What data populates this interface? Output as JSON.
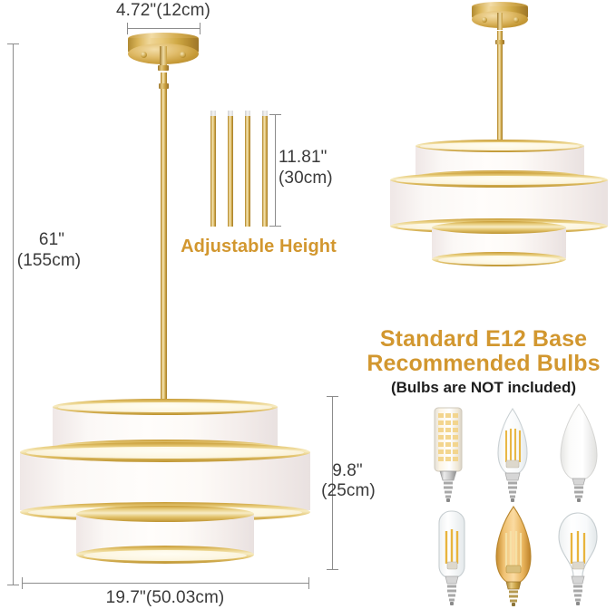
{
  "page": {
    "kind": "product-dimension-diagram",
    "background": "#ffffff"
  },
  "colors": {
    "gold_text": "#d2972f",
    "dimension_line": "#8c8c8c",
    "dimension_text": "#3a3a3a",
    "shade_fabric": "#fbf8f6",
    "brass": "#d7b055",
    "black_text": "#1e1e1e"
  },
  "dimensions": {
    "canopy_width": {
      "label": "4.72\"(12cm)",
      "inches": "4.72\"",
      "cm": "(12cm)"
    },
    "total_height": {
      "label_in": "61\"",
      "label_cm": "(155cm)"
    },
    "rod_length": {
      "label_in": "11.81\"",
      "label_cm": "(30cm)"
    },
    "shade_height": {
      "label_in": "9.8\"",
      "label_cm": "(25cm)"
    },
    "shade_width": {
      "label": "19.7\"(50.03cm)"
    }
  },
  "callouts": {
    "adjustable_height": "Adjustable Height",
    "bulb_heading_line1": "Standard E12 Base",
    "bulb_heading_line2": "Recommended Bulbs",
    "bulb_note": "(Bulbs are NOT included)"
  },
  "fixture": {
    "name": "3-tier drum pendant chandelier",
    "tier_count": 3,
    "canopy": "round gold ceiling canopy with two screws",
    "stem": "gold down-rod"
  },
  "extension_rods": {
    "count": 4,
    "finish": "gold",
    "length_label": "11.81\"(30cm)"
  },
  "bulbs": {
    "rows": [
      {
        "items": [
          {
            "name": "corn-led-bulb",
            "style": "E12 corn LED, frosted ribbed tube"
          },
          {
            "name": "clear-filament-candle-bulb",
            "style": "E12 clear candle with LED filaments"
          },
          {
            "name": "frosted-candle-bulb",
            "style": "E12 frosted milky candle"
          }
        ]
      },
      {
        "items": [
          {
            "name": "tubular-filament-bulb",
            "style": "E12 clear tubular T-shape filament"
          },
          {
            "name": "amber-candle-filament-bulb",
            "style": "E12 amber-tinted candle filament"
          },
          {
            "name": "globe-filament-bulb",
            "style": "E12 clear pear/globe filament"
          }
        ]
      }
    ]
  }
}
